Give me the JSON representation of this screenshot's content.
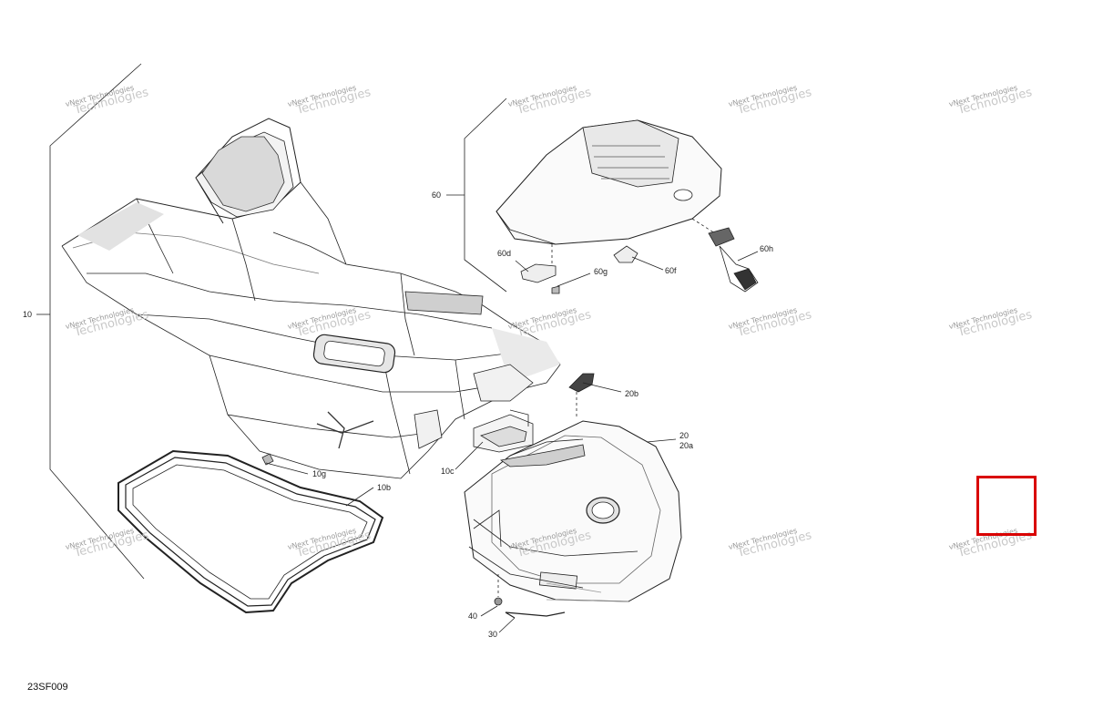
{
  "diagram": {
    "code": "23SF009",
    "accent_color": "#d90000",
    "watermark": {
      "line1": "vNext Technologies",
      "line2": "Technologies"
    },
    "callouts": {
      "c10": "10",
      "c10b": "10b",
      "c10c": "10c",
      "c10g": "10g",
      "c20": "20",
      "c20a": "20a",
      "c20b": "20b",
      "c30": "30",
      "c40": "40",
      "c60": "60",
      "c60d": "60d",
      "c60f": "60f",
      "c60g": "60g",
      "c60h": "60h"
    }
  }
}
